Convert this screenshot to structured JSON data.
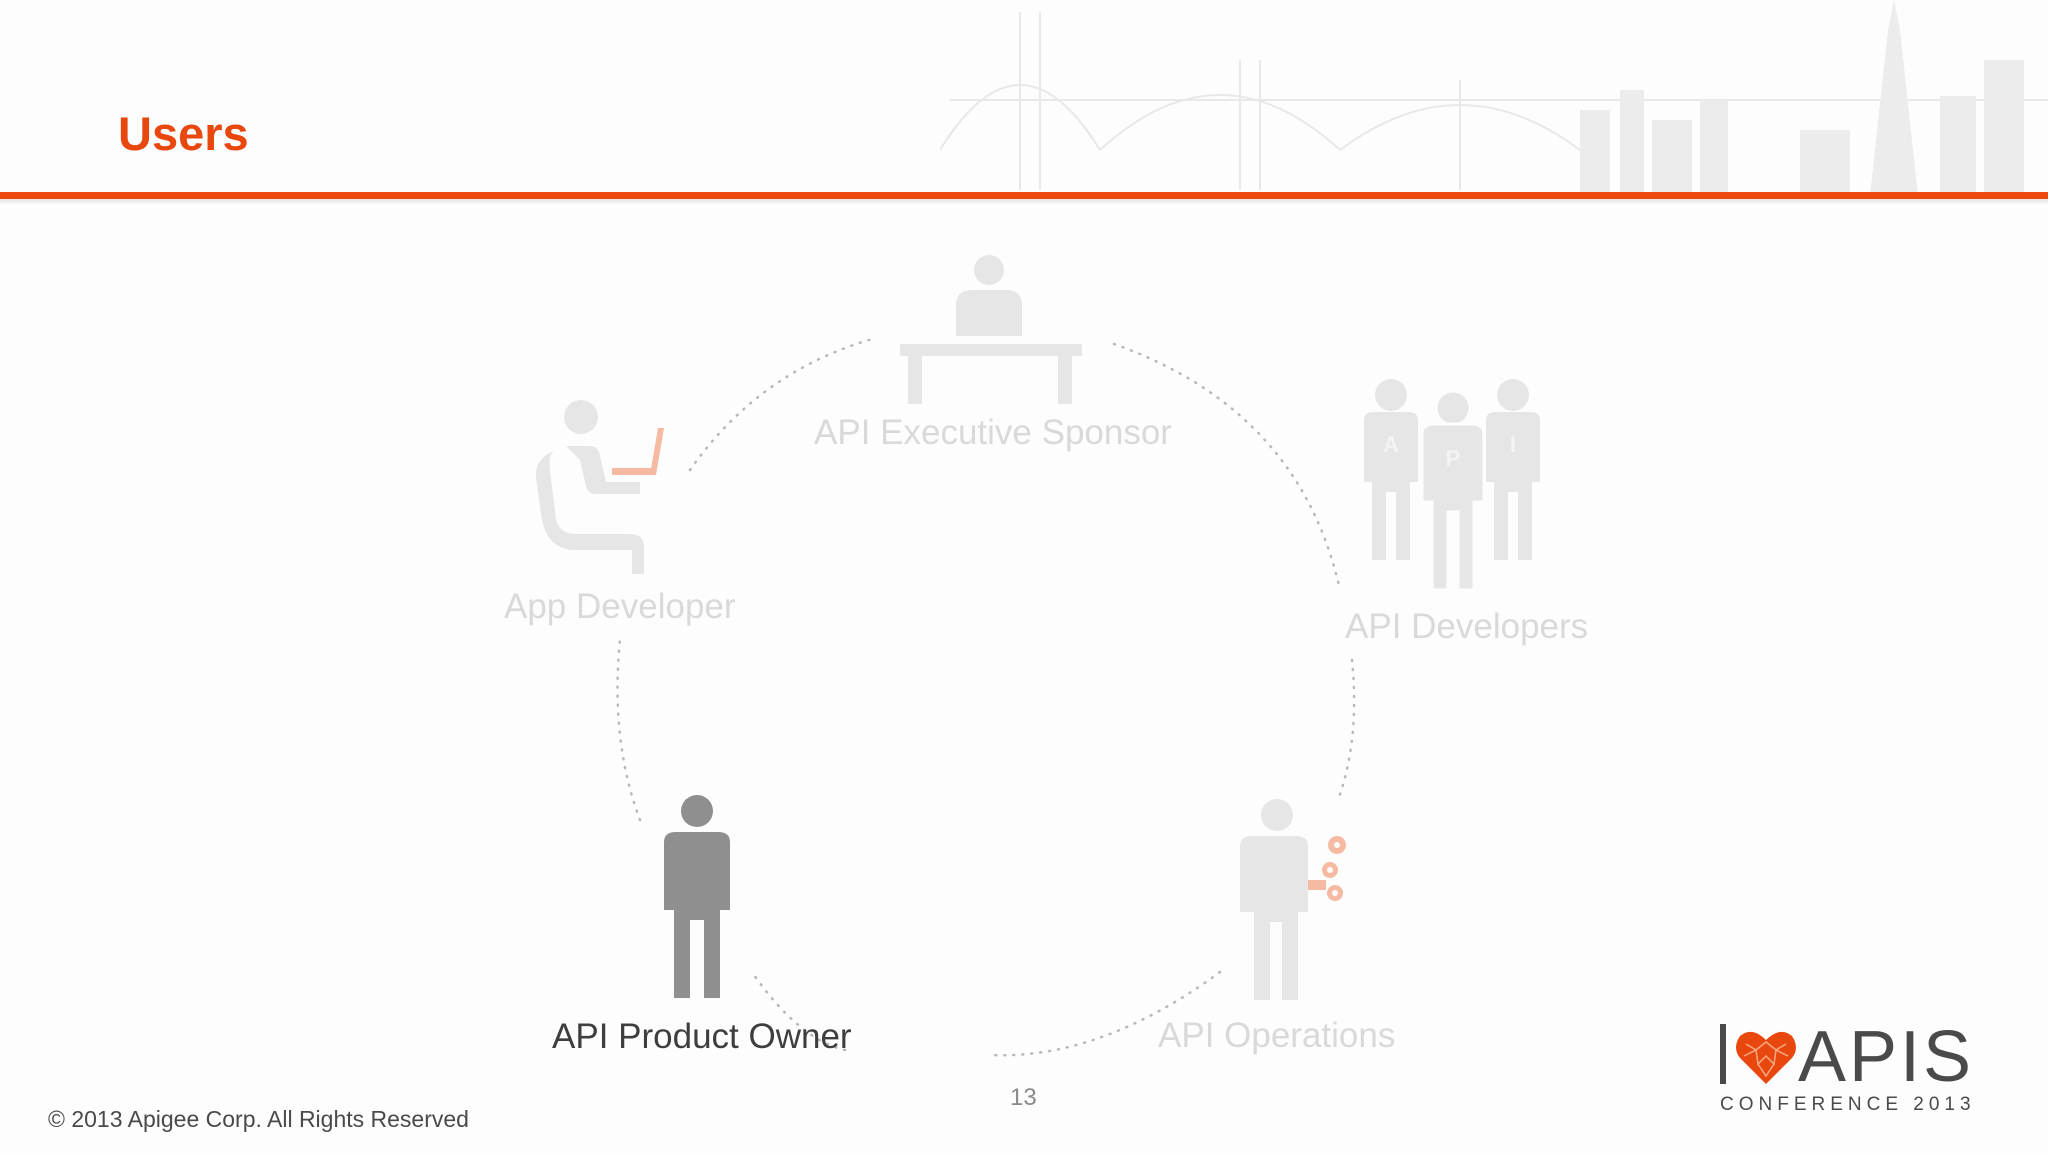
{
  "slide": {
    "title": "Users",
    "page_number": "13",
    "copyright": "© 2013 Apigee Corp. All Rights Reserved"
  },
  "roles": {
    "executive_sponsor": "API Executive Sponsor",
    "api_developers": "API Developers",
    "app_developer": "App Developer",
    "product_owner": "API Product Owner",
    "operations": "API Operations"
  },
  "developers_letters": [
    "A",
    "P",
    "I"
  ],
  "logo": {
    "apis": "APIS",
    "subtitle": "CONFERENCE 2013"
  },
  "colors": {
    "accent": "#ec4a10",
    "faded_figure": "#e6e6e6",
    "active_figure": "#8f8f8f",
    "faded_accent": "#f6b9a2"
  }
}
